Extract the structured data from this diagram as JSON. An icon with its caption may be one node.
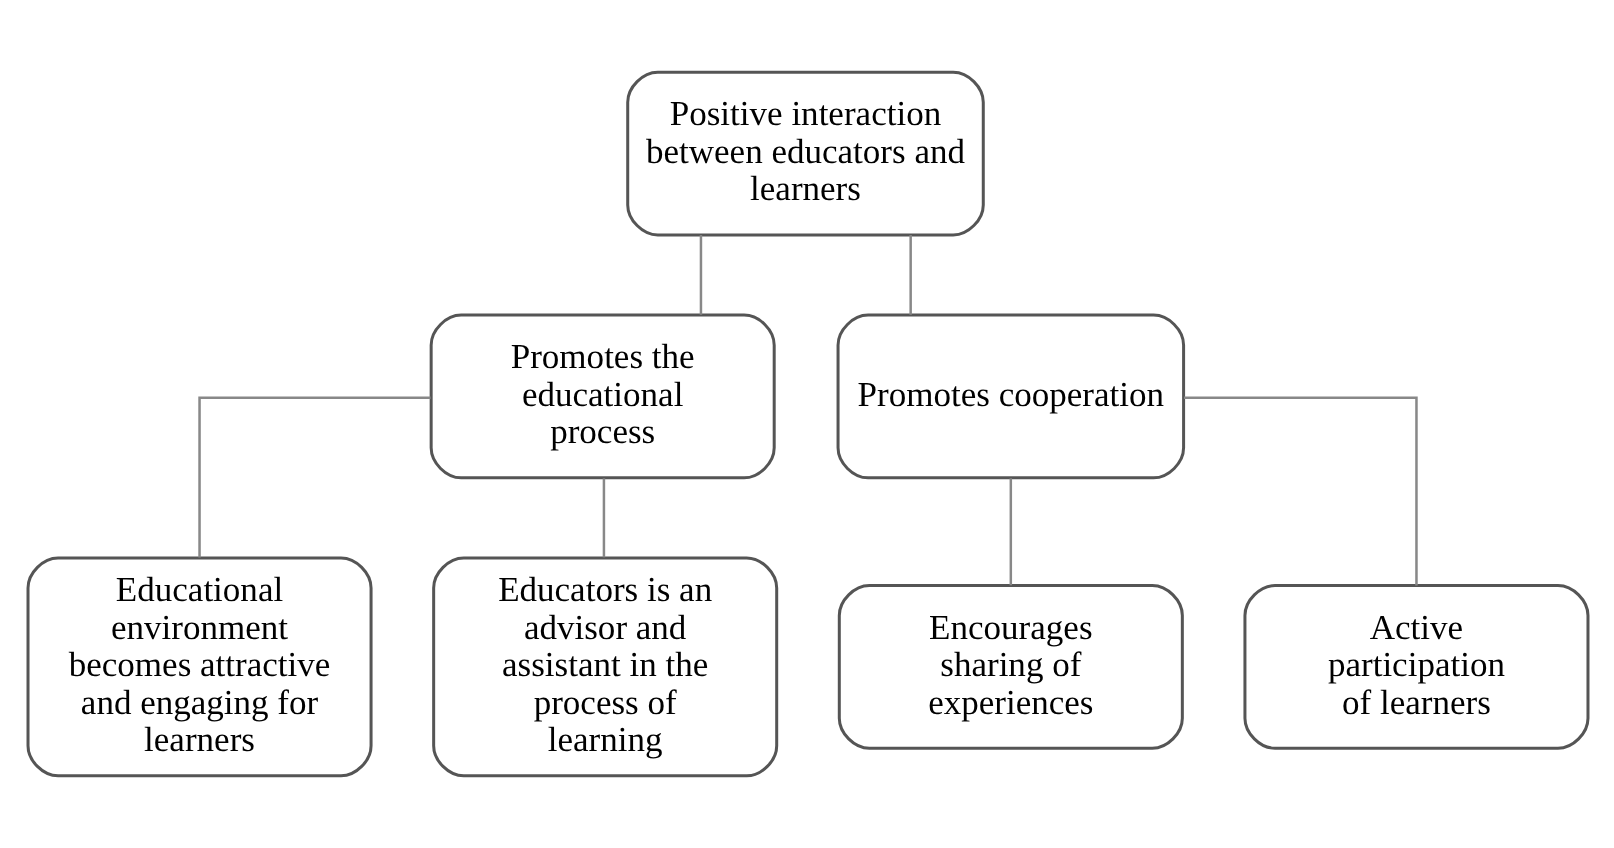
{
  "diagram": {
    "nodes": [
      {
        "text": [
          "Positive interaction between educators and learners"
        ]
      },
      {
        "text": [
          "Promotes the educational process"
        ]
      },
      {
        "text": [
          "Promotes cooperation"
        ]
      },
      {
        "text": [
          "Educational environment becomes attractive and engaging for learners"
        ]
      },
      {
        "text": [
          "Educators is an advisor and assistant in the process of learning"
        ]
      },
      {
        "text": [
          "Encourages sharing of experiences"
        ]
      },
      {
        "text": [
          "Active participation of learners"
        ]
      }
    ],
    "edges": [
      {
        "from": 0,
        "to": 1,
        "arrow": "none"
      },
      {
        "from": 0,
        "to": 2,
        "arrow": "none"
      },
      {
        "from": 1,
        "to": 3,
        "arrow": "none"
      },
      {
        "from": 1,
        "to": 4,
        "arrow": "none"
      },
      {
        "from": 2,
        "to": 5,
        "arrow": "none"
      },
      {
        "from": 2,
        "to": 6,
        "arrow": "none"
      }
    ]
  }
}
